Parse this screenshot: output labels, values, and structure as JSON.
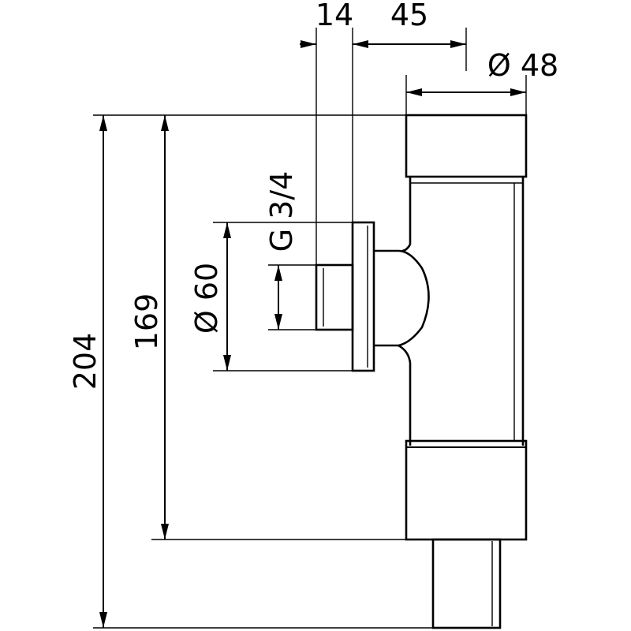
{
  "drawing": {
    "dimensions": {
      "d14": "14",
      "d45": "45",
      "dia48": "Ø 48",
      "h204": "204",
      "h169": "169",
      "dia60": "Ø 60",
      "thread": "G 3/4"
    },
    "colors": {
      "line": "#000000",
      "background": "#ffffff"
    }
  }
}
